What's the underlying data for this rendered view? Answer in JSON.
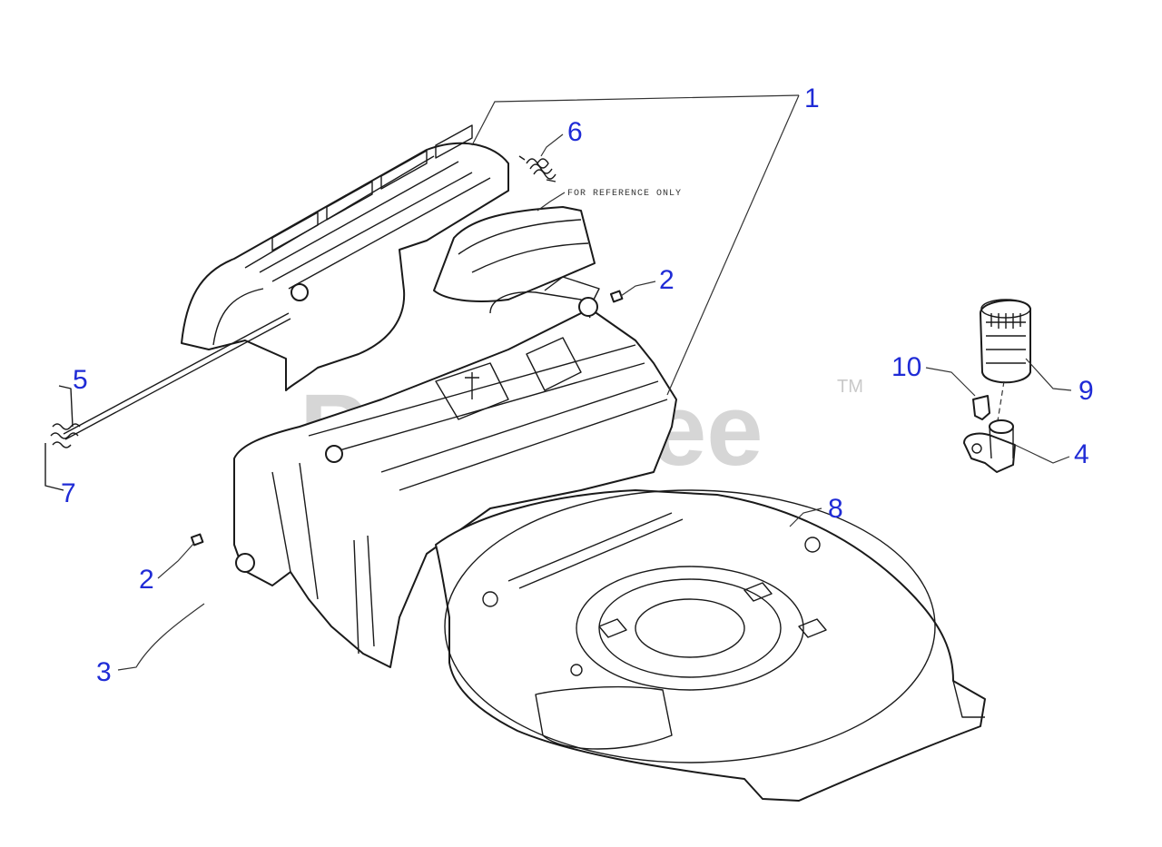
{
  "diagram": {
    "reference_note": "FOR REFERENCE ONLY",
    "watermark": "PartsTree",
    "watermark_tm": "TM",
    "callouts": [
      "1",
      "6",
      "2",
      "5",
      "7",
      "2",
      "3",
      "10",
      "9",
      "4",
      "8"
    ],
    "callout_color": "#1f2bd6",
    "line_color": "#1a1a1a"
  }
}
